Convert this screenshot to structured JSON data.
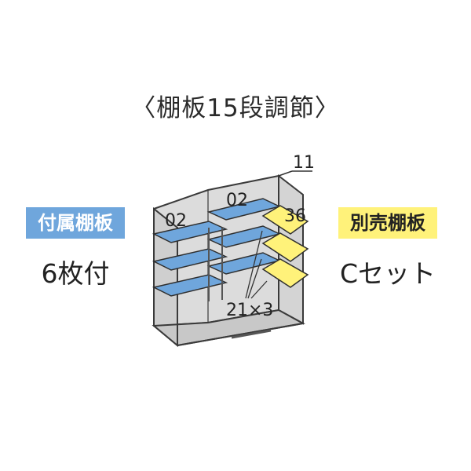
{
  "title": "〈棚板15段調節〉",
  "left": {
    "badge": "付属棚板",
    "value": "6枚付"
  },
  "right": {
    "badge": "別売棚板",
    "value": "Cセット"
  },
  "diagram": {
    "label_top_right": "11",
    "label_left_shelf": "02",
    "label_mid_shelf": "02",
    "label_yellow": "36",
    "label_bottom": "21×3"
  },
  "colors": {
    "blue_shelf": "#6fa6dc",
    "yellow_shelf": "#fff27a",
    "cabinet": "#dadada"
  }
}
